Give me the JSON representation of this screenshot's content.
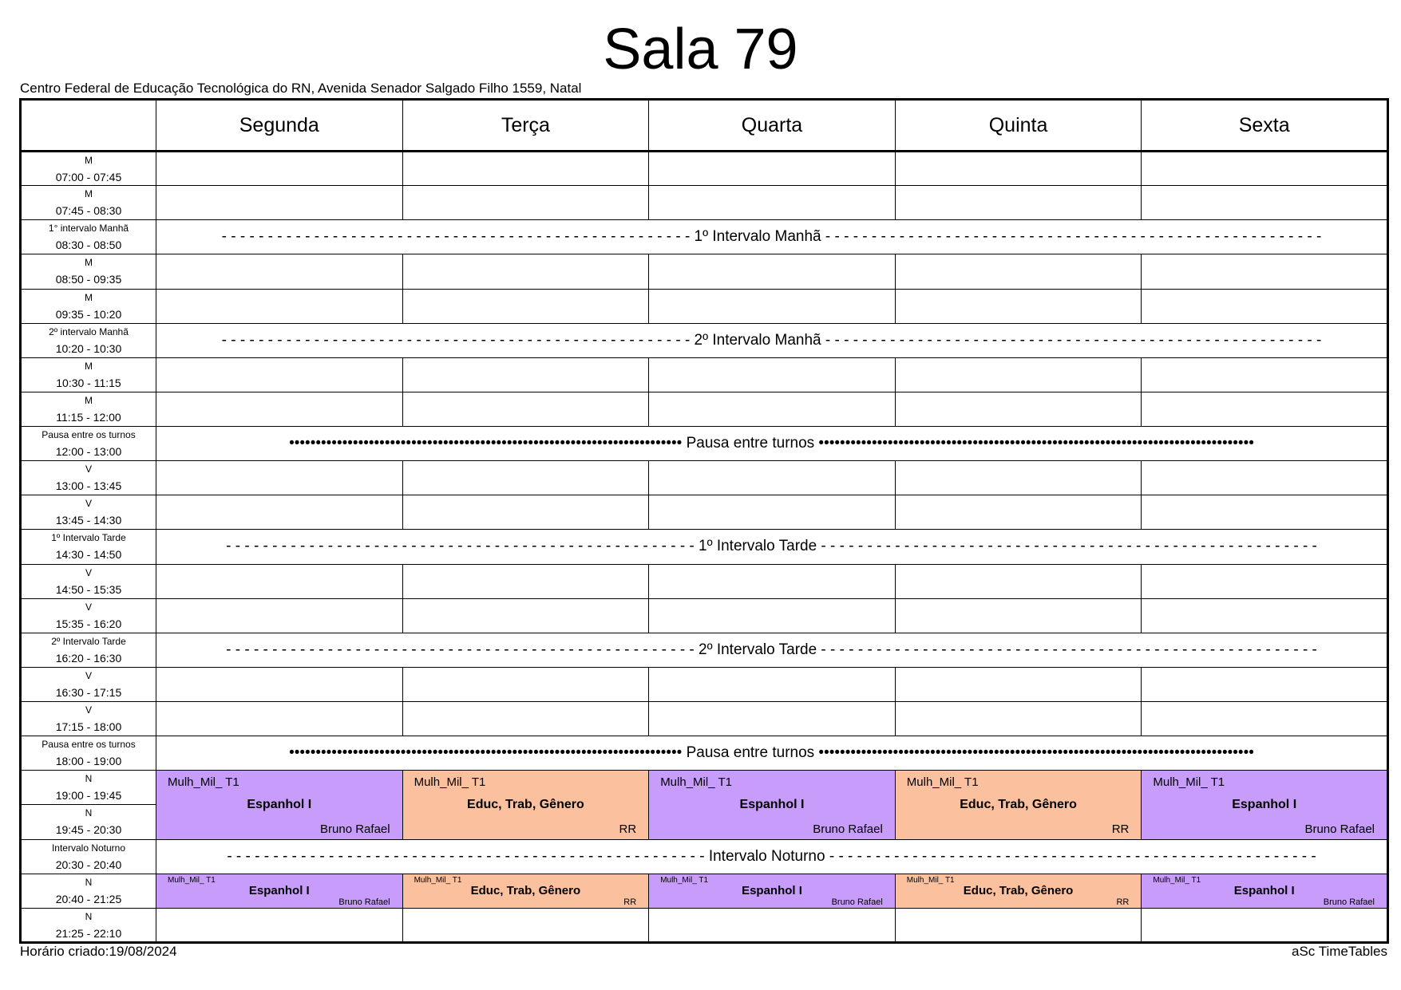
{
  "title": "Sala 79",
  "subtitle": "Centro Federal de Educação Tecnológica do RN, Avenida Senador Salgado Filho 1559, Natal",
  "days": [
    "Segunda",
    "Terça",
    "Quarta",
    "Quinta",
    "Sexta"
  ],
  "colors": {
    "espanhol": "#c89cfb",
    "educ": "#fbc09d"
  },
  "rows": [
    {
      "period": "M",
      "time": "07:00 - 07:45"
    },
    {
      "period": "M",
      "time": "07:45 - 08:30"
    },
    {
      "period": "1° intervalo Manhã",
      "time": "08:30 - 08:50",
      "break": "- - - - - - - - - - - - - - - - - - - - - - - - - - - - - - - - - - - - - - - - - - - - - - - - - - - 1º Intervalo Manhã - - - - - - - - - - - - - - - - - - - - - - - - - - - - - - - - - - - - - - - - - - - - - - - - - - - - - -"
    },
    {
      "period": "M",
      "time": "08:50 - 09:35"
    },
    {
      "period": "M",
      "time": "09:35 - 10:20"
    },
    {
      "period": "2º intervalo Manhã",
      "time": "10:20 - 10:30",
      "break": "- - - - - - - - - - - - - - - - - - - - - - - - - - - - - - - - - - - - - - - - - - - - - - - - - - - 2º Intervalo Manhã - - - - - - - - - - - - - - - - - - - - - - - - - - - - - - - - - - - - - - - - - - - - - - - - - - - - - -"
    },
    {
      "period": "M",
      "time": "10:30 - 11:15"
    },
    {
      "period": "M",
      "time": "11:15 - 12:00"
    },
    {
      "period": "Pausa entre os turnos",
      "time": "12:00 - 13:00",
      "break": "•••••••••••••••••••••••••••••••••••••••••••••••••••••••••••••••••••••••••• Pausa entre turnos ••••••••••••••••••••••••••••••••••••••••••••••••••••••••••••••••••••••••••••••••••"
    },
    {
      "period": "V",
      "time": "13:00 - 13:45"
    },
    {
      "period": "V",
      "time": "13:45 - 14:30"
    },
    {
      "period": "1º Intervalo Tarde",
      "time": "14:30 - 14:50",
      "break": "- - - - - - - - - - - - - - - - - - - - - - - - - - - - - - - - - - - - - - - - - - - - - - - - - - - 1º Intervalo Tarde - - - - - - - - - - - - - - - - - - - - - - - - - - - - - - - - - - - - - - - - - - - - - - - - - - - - - -"
    },
    {
      "period": "V",
      "time": "14:50 - 15:35"
    },
    {
      "period": "V",
      "time": "15:35 - 16:20"
    },
    {
      "period": "2º Intervalo Tarde",
      "time": "16:20 - 16:30",
      "break": "- - - - - - - - - - - - - - - - - - - - - - - - - - - - - - - - - - - - - - - - - - - - - - - - - - - 2º Intervalo Tarde - - - - - - - - - - - - - - - - - - - - - - - - - - - - - - - - - - - - - - - - - - - - - - - - - - - - - -"
    },
    {
      "period": "V",
      "time": "16:30 - 17:15"
    },
    {
      "period": "V",
      "time": "17:15 - 18:00"
    },
    {
      "period": "Pausa entre os turnos",
      "time": "18:00 - 19:00",
      "break": "•••••••••••••••••••••••••••••••••••••••••••••••••••••••••••••••••••••••••• Pausa entre turnos ••••••••••••••••••••••••••••••••••••••••••••••••••••••••••••••••••••••••••••••••••"
    },
    {
      "period": "N",
      "time": "19:00 - 19:45",
      "lessons": "big"
    },
    {
      "period": "N",
      "time": "19:45 - 20:30",
      "lessons": "covered"
    },
    {
      "period": "Intervalo Noturno",
      "time": "20:30 - 20:40",
      "break": "- - - - - - - - - - - - - - - - - - - - - - - - - - - - - - - - - - - - - - - - - - - - - - - - - - - - Intervalo Noturno - - - - - - - - - - - - - - - - - - - - - - - - - - - - - - - - - - - - - - - - - - - - - - - - - - - - -"
    },
    {
      "period": "N",
      "time": "20:40 - 21:25",
      "lessons": "small"
    },
    {
      "period": "N",
      "time": "21:25 - 22:10"
    }
  ],
  "lessons": [
    {
      "group": "Mulh_Mil_ T1",
      "subject": "Espanhol I",
      "teacher": "Bruno Rafael",
      "color": "#c89cfb"
    },
    {
      "group": "Mulh_Mil_ T1",
      "subject": "Educ, Trab, Gênero",
      "teacher": "RR",
      "color": "#fbc09d"
    },
    {
      "group": "Mulh_Mil_ T1",
      "subject": "Espanhol I",
      "teacher": "Bruno Rafael",
      "color": "#c89cfb"
    },
    {
      "group": "Mulh_Mil_ T1",
      "subject": "Educ, Trab, Gênero",
      "teacher": "RR",
      "color": "#fbc09d"
    },
    {
      "group": "Mulh_Mil_ T1",
      "subject": "Espanhol I",
      "teacher": "Bruno Rafael",
      "color": "#c89cfb"
    }
  ],
  "footer": {
    "created": "Horário criado:19/08/2024",
    "brand": "aSc TimeTables"
  }
}
